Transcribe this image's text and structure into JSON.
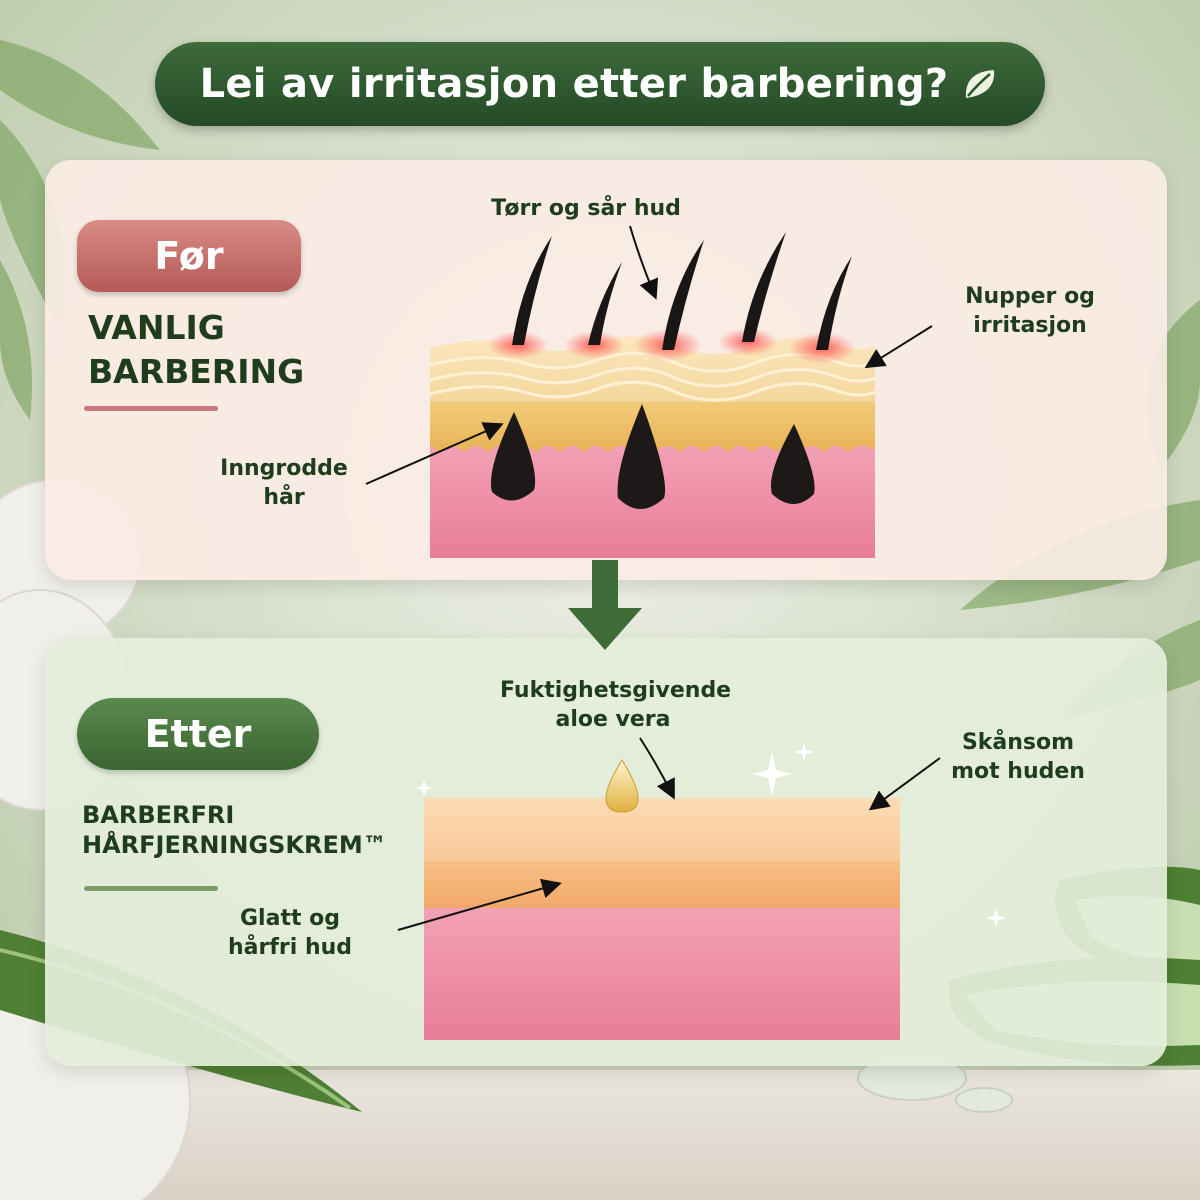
{
  "title": "Lei av irritasjon etter barbering?",
  "colors": {
    "title_bg": "#2b5229",
    "before_badge": "#c56c6b",
    "after_badge": "#4a7540",
    "text": "#1f3d1d"
  },
  "before": {
    "badge": "Før",
    "heading": "VANLIG BARBERING",
    "labels": {
      "dry_skin": "Tørr og sår hud",
      "bumps": "Nupper og irritasjon",
      "ingrown": "Inngrodde hår"
    }
  },
  "after": {
    "badge": "Etter",
    "heading": "BARBERFRI HÅRFJERNINGSKREM™",
    "labels": {
      "aloe": "Fuktighetsgivende aloe vera",
      "gentle": "Skånsom mot huden",
      "smooth": "Glatt og hårfri hud"
    }
  },
  "icons": [
    "leaf-icon",
    "down-arrow-icon",
    "droplet-icon",
    "sparkle-icon"
  ]
}
